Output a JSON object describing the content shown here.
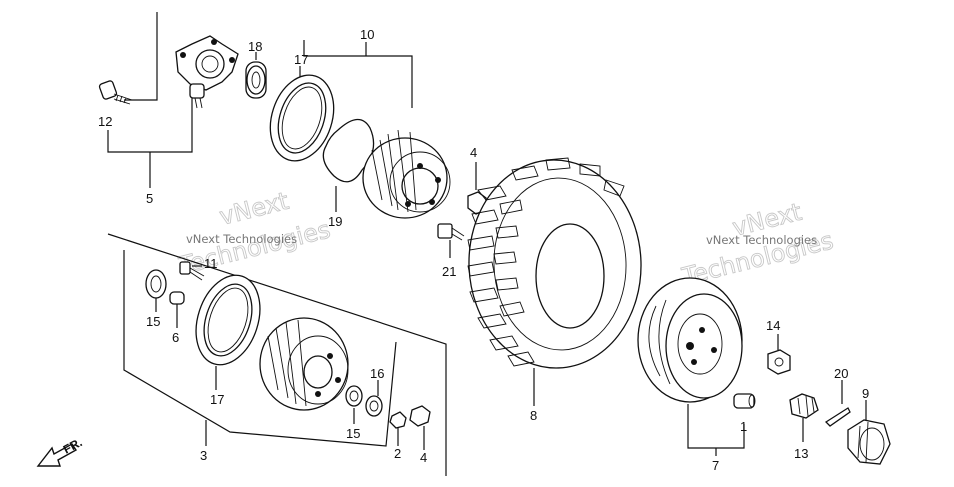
{
  "diagram": {
    "part_labels": {
      "p1": "1",
      "p2": "2",
      "p3": "3",
      "p4a": "4",
      "p4b": "4",
      "p5": "5",
      "p6": "6",
      "p7": "7",
      "p8": "8",
      "p9": "9",
      "p10": "10",
      "p11": "11",
      "p12": "12",
      "p13": "13",
      "p14": "14",
      "p15a": "15",
      "p15b": "15",
      "p16": "16",
      "p17a": "17",
      "p17b": "17",
      "p18": "18",
      "p19": "19",
      "p20": "20",
      "p21": "21"
    },
    "watermark": {
      "small_left": "vNext Technologies",
      "small_right": "vNext Technologies",
      "ghost_left_1": "vNext",
      "ghost_left_2": "Technologies",
      "ghost_right_1": "vNext",
      "ghost_right_2": "Technologies"
    },
    "direction_label": "FR."
  }
}
